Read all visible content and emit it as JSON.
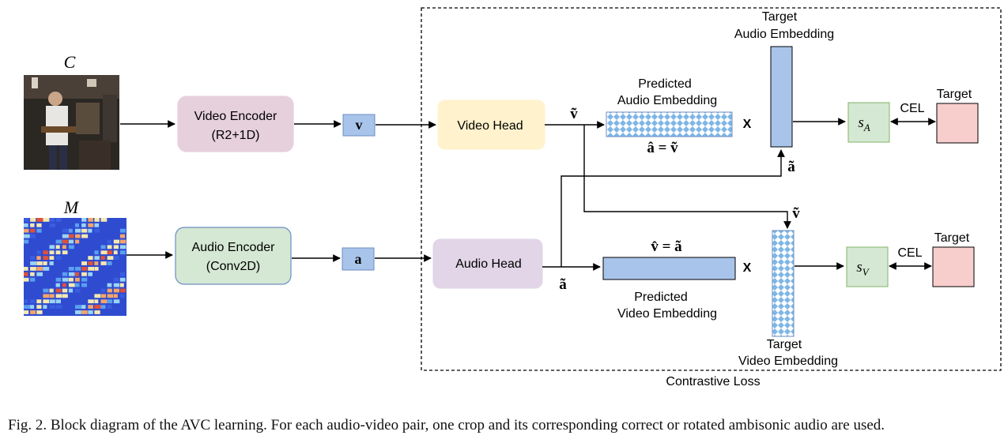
{
  "inputs": {
    "video": {
      "label": "C"
    },
    "audio": {
      "label": "M"
    }
  },
  "encoders": {
    "video": {
      "line1": "Video Encoder",
      "line2": "(R2+1D)"
    },
    "audio": {
      "line1": "Audio Encoder",
      "line2": "(Conv2D)"
    }
  },
  "embeddings": {
    "video": "v",
    "audio": "a"
  },
  "heads": {
    "video": "Video Head",
    "audio": "Audio Head"
  },
  "symbols": {
    "v_tilde": "ṽ",
    "a_tilde": "ã",
    "a_tilde_upper": "ã",
    "v_tilde_lower": "ṽ",
    "eq_top": "â =  ṽ",
    "eq_bottom": "v̂ = ã",
    "multiply_top": "X",
    "multiply_bottom": "X"
  },
  "predicted": {
    "audio": {
      "line1": "Predicted",
      "line2": "Audio Embedding"
    },
    "video": {
      "line1": "Predicted",
      "line2": "Video Embedding"
    }
  },
  "targets_embed": {
    "audio": {
      "line1": "Target",
      "line2": "Audio Embedding"
    },
    "video": {
      "line1": "Target",
      "line2": "Video Embedding"
    }
  },
  "scores": {
    "audio": {
      "base": "s",
      "sub": "A"
    },
    "video": {
      "base": "s",
      "sub": "V"
    }
  },
  "loss": {
    "cel_top": "CEL",
    "cel_bottom": "CEL",
    "target_top": "Target",
    "target_bottom": "Target",
    "region_label": "Contrastive Loss"
  },
  "caption": "Fig. 2.  Block diagram of the AVC learning. For each audio-video pair, one crop and its corresponding correct or rotated ambisonic audio are used.",
  "colors": {
    "encoder_video": "#e6d0dc",
    "encoder_audio": "#d5e8d4",
    "head_video": "#fff2cc",
    "head_audio": "#e1d5e7",
    "embedding": "#a9c4eb",
    "score": "#d5e8d4",
    "target": "#f8cecc"
  }
}
